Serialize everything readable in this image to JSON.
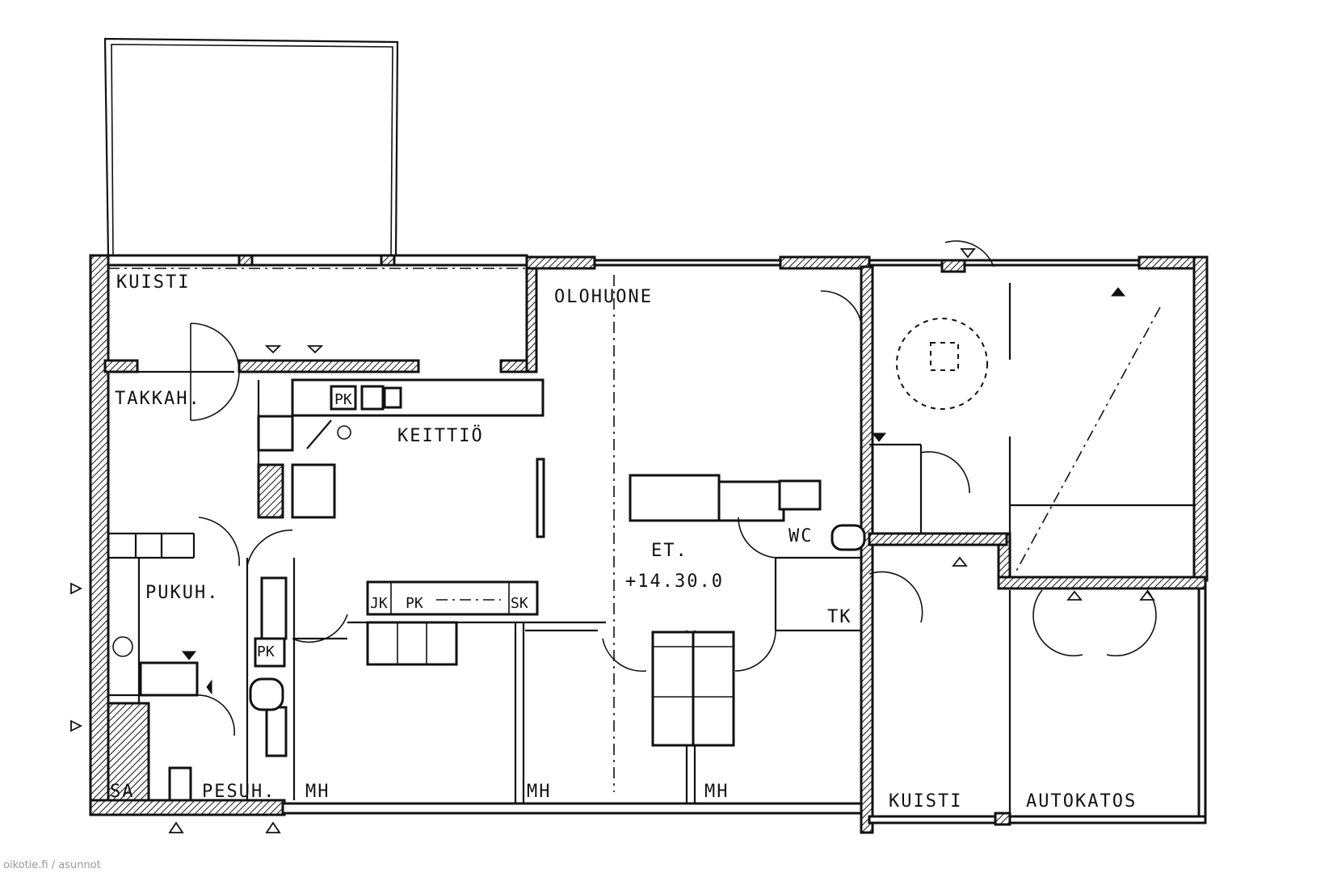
{
  "rooms": {
    "kuisti_top": "KUISTI",
    "olohuone": "OLOHUONE",
    "takkah": "TAKKAH.",
    "keittio": "KEITTIÖ",
    "pukuh": "PUKUH.",
    "pesuh": "PESUH.",
    "sa": "SA",
    "mh1": "MH",
    "mh2": "MH",
    "mh3": "MH",
    "et": "ET.",
    "level": "+14.30.0",
    "wc": "WC",
    "tk": "TK",
    "kuisti_bottom": "KUISTI",
    "autokatos": "AUTOKATOS"
  },
  "fixtures": {
    "pk_kitchen": "PK",
    "jk": "JK",
    "pk_counter": "PK",
    "sk": "SK",
    "pk_pukuh": "PK"
  },
  "watermark": "oikotie.fi / asunnot"
}
